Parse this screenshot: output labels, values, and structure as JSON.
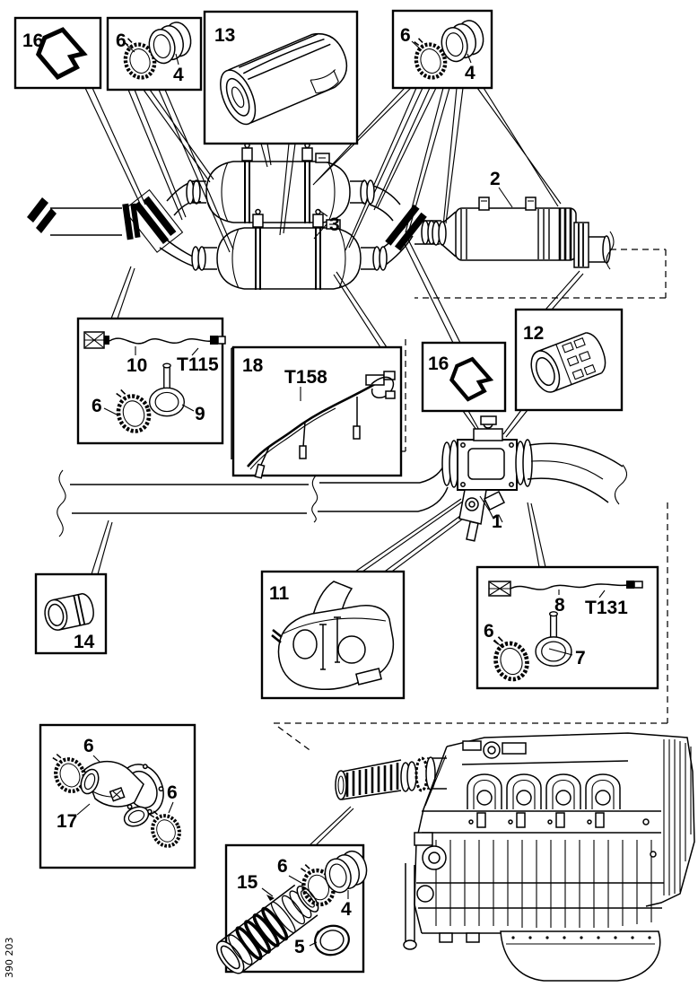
{
  "figure": {
    "figure_number": "390 203",
    "colors": {
      "background": "#ffffff",
      "line": "#000000"
    }
  },
  "labels": {
    "part16_top": "16",
    "part6_top1": "6",
    "part4_top1": "4",
    "part13": "13",
    "part6_top2": "6",
    "part4_top2": "4",
    "part2": "2",
    "part3": "3",
    "part10": "10",
    "tool_T115": "T115",
    "part6_sensor_box1": "6",
    "part9": "9",
    "part18": "18",
    "tool_T158": "T158",
    "part16_mid": "16",
    "part12": "12",
    "part1": "1",
    "part14": "14",
    "part11": "11",
    "part8": "8",
    "tool_T131": "T131",
    "part6_sensor_box2": "6",
    "part7": "7",
    "part6_elbow_top": "6",
    "part17": "17",
    "part6_elbow_bottom": "6",
    "part15": "15",
    "part6_flex_box": "6",
    "part4_flex_box": "4",
    "part5": "5"
  }
}
